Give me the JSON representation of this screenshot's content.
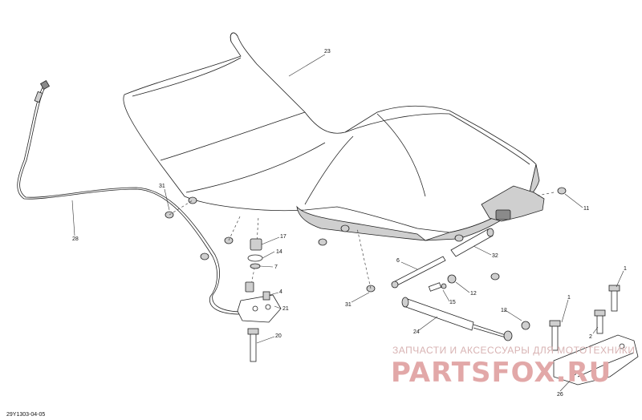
{
  "diagram": {
    "footer_code": "29Y1303-04-05",
    "callouts": [
      {
        "id": "c23",
        "label": "23"
      },
      {
        "id": "c31a",
        "label": "31"
      },
      {
        "id": "c28",
        "label": "28"
      },
      {
        "id": "c17",
        "label": "17"
      },
      {
        "id": "c14",
        "label": "14"
      },
      {
        "id": "c7",
        "label": "7"
      },
      {
        "id": "c4",
        "label": "4"
      },
      {
        "id": "c21",
        "label": "21"
      },
      {
        "id": "c20",
        "label": "20"
      },
      {
        "id": "c11",
        "label": "11"
      },
      {
        "id": "c32",
        "label": "32"
      },
      {
        "id": "c6",
        "label": "6"
      },
      {
        "id": "c12a",
        "label": "12"
      },
      {
        "id": "c15",
        "label": "15"
      },
      {
        "id": "c31b",
        "label": "31"
      },
      {
        "id": "c12b",
        "label": "12"
      },
      {
        "id": "c24",
        "label": "24"
      },
      {
        "id": "c1a",
        "label": "1"
      },
      {
        "id": "c1b",
        "label": "1"
      },
      {
        "id": "c2",
        "label": "2"
      },
      {
        "id": "c26",
        "label": "26"
      }
    ]
  },
  "watermark": {
    "tagline": "ЗАПЧАСТИ И АКСЕССУАРЫ ДЛЯ МОТОТЕХНИКИ",
    "brand": "PARTSFOX.RU",
    "color": "#e2a8a8"
  }
}
